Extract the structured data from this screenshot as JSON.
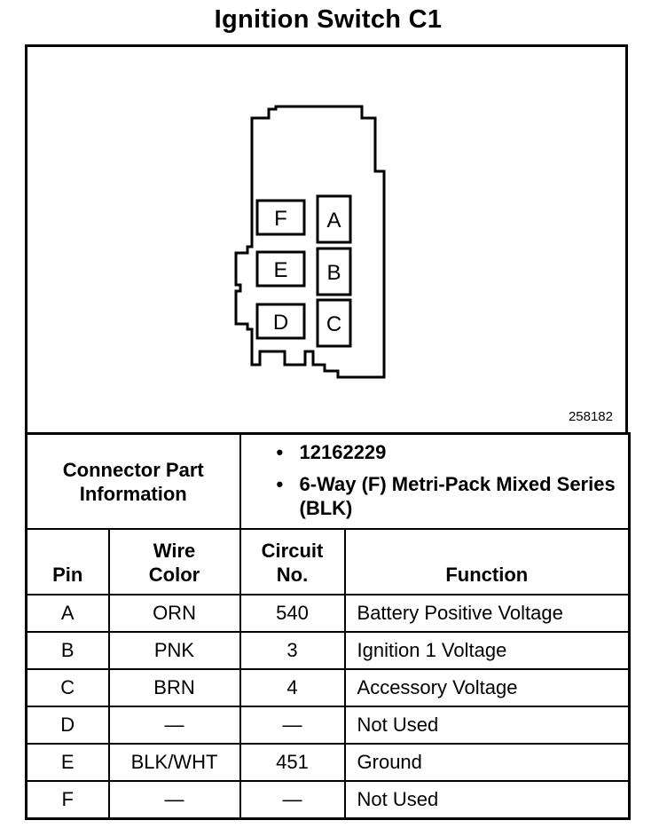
{
  "title": "Ignition Switch C1",
  "diagram": {
    "id_label": "258182",
    "cavities": [
      {
        "label": "F"
      },
      {
        "label": "A"
      },
      {
        "label": "E"
      },
      {
        "label": "B"
      },
      {
        "label": "D"
      },
      {
        "label": "C"
      }
    ]
  },
  "connector_info": {
    "label_line1": "Connector Part",
    "label_line2": "Information",
    "items": [
      {
        "text": "12162229"
      },
      {
        "text": "6-Way (F) Metri-Pack Mixed Series (BLK)"
      }
    ]
  },
  "columns": {
    "pin": "Pin",
    "wire_color_line1": "Wire",
    "wire_color_line2": "Color",
    "circuit_line1": "Circuit",
    "circuit_line2": "No.",
    "function": "Function"
  },
  "rows": [
    {
      "pin": "A",
      "wire": "ORN",
      "circuit": "540",
      "function": "Battery Positive Voltage"
    },
    {
      "pin": "B",
      "wire": "PNK",
      "circuit": "3",
      "function": "Ignition 1 Voltage"
    },
    {
      "pin": "C",
      "wire": "BRN",
      "circuit": "4",
      "function": "Accessory Voltage"
    },
    {
      "pin": "D",
      "wire": "—",
      "circuit": "—",
      "function": "Not Used"
    },
    {
      "pin": "E",
      "wire": "BLK/WHT",
      "circuit": "451",
      "function": "Ground"
    },
    {
      "pin": "F",
      "wire": "—",
      "circuit": "—",
      "function": "Not Used"
    }
  ]
}
